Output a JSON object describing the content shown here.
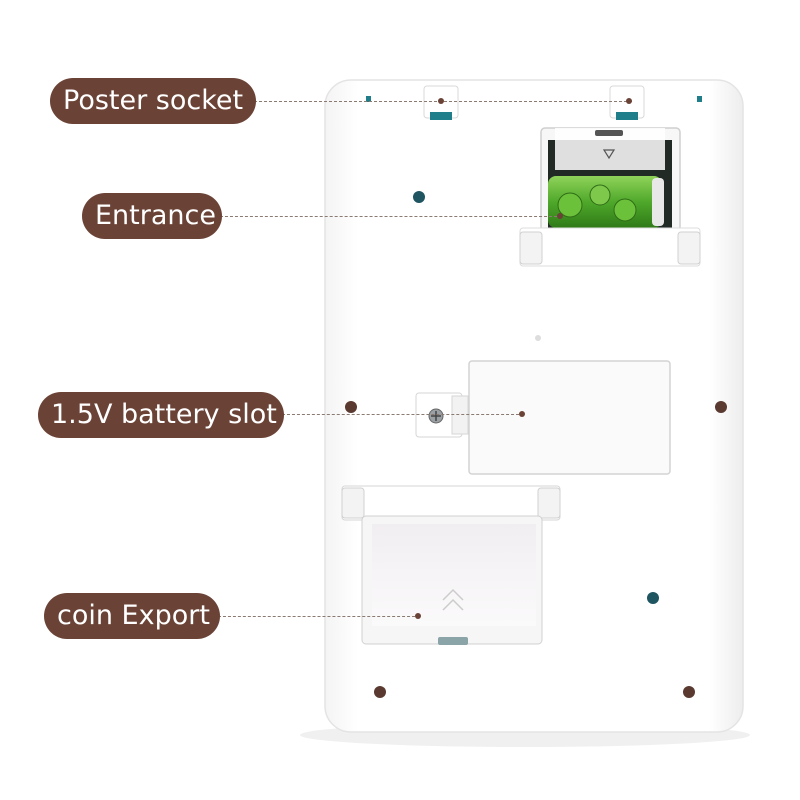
{
  "colors": {
    "pill": "#6b4336",
    "pill_text": "#ffffff",
    "housing": "#ffffff",
    "housing_shadow": "#e6e6e6",
    "accent": "#1f7e8a",
    "battery_green": "#58b32d"
  },
  "callouts": [
    {
      "id": "poster-socket",
      "text": "Poster socket"
    },
    {
      "id": "entrance",
      "text": "Entrance"
    },
    {
      "id": "battery-slot",
      "text": "1.5V battery slot"
    },
    {
      "id": "coin-export",
      "text": "coin Export"
    }
  ]
}
